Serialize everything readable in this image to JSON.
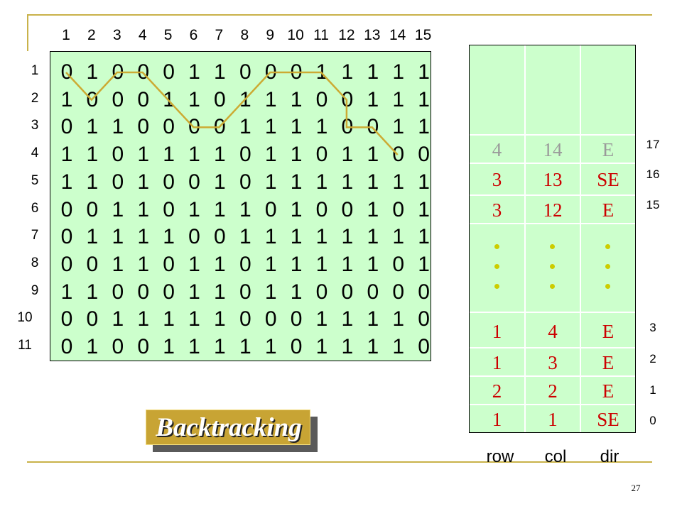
{
  "column_numbers": [
    "1",
    "2",
    "3",
    "4",
    "5",
    "6",
    "7",
    "8",
    "9",
    "10",
    "11",
    "12",
    "13",
    "14",
    "15"
  ],
  "row_numbers": [
    "1",
    "2",
    "3",
    "4",
    "5",
    "6",
    "7",
    "8",
    "9",
    "10",
    "11"
  ],
  "maze": [
    [
      "0",
      "1",
      "0",
      "0",
      "0",
      "1",
      "1",
      "0",
      "0",
      "0",
      "1",
      "1",
      "1",
      "1",
      "1"
    ],
    [
      "1",
      "0",
      "0",
      "0",
      "1",
      "1",
      "0",
      "1",
      "1",
      "1",
      "0",
      "0",
      "1",
      "1",
      "1"
    ],
    [
      "0",
      "1",
      "1",
      "0",
      "0",
      "0",
      "0",
      "1",
      "1",
      "1",
      "1",
      "0",
      "0",
      "1",
      "1"
    ],
    [
      "1",
      "1",
      "0",
      "1",
      "1",
      "1",
      "1",
      "0",
      "1",
      "1",
      "0",
      "1",
      "1",
      "0",
      "0"
    ],
    [
      "1",
      "1",
      "0",
      "1",
      "0",
      "0",
      "1",
      "0",
      "1",
      "1",
      "1",
      "1",
      "1",
      "1",
      "1"
    ],
    [
      "0",
      "0",
      "1",
      "1",
      "0",
      "1",
      "1",
      "1",
      "0",
      "1",
      "0",
      "0",
      "1",
      "0",
      "1"
    ],
    [
      "0",
      "1",
      "1",
      "1",
      "1",
      "0",
      "0",
      "1",
      "1",
      "1",
      "1",
      "1",
      "1",
      "1",
      "1"
    ],
    [
      "0",
      "0",
      "1",
      "1",
      "0",
      "1",
      "1",
      "0",
      "1",
      "1",
      "1",
      "1",
      "1",
      "0",
      "1"
    ],
    [
      "1",
      "1",
      "0",
      "0",
      "0",
      "1",
      "1",
      "0",
      "1",
      "1",
      "0",
      "0",
      "0",
      "0",
      "0"
    ],
    [
      "0",
      "0",
      "1",
      "1",
      "1",
      "1",
      "1",
      "0",
      "0",
      "0",
      "1",
      "1",
      "1",
      "1",
      "0"
    ],
    [
      "0",
      "1",
      "0",
      "0",
      "1",
      "1",
      "1",
      "1",
      "1",
      "0",
      "1",
      "1",
      "1",
      "1",
      "0"
    ]
  ],
  "path_color": "#ccaa33",
  "stack": {
    "top_entry": {
      "row": "4",
      "col": "14",
      "dir": "E"
    },
    "upper_entries": [
      {
        "row": "3",
        "col": "13",
        "dir": "SE"
      },
      {
        "row": "3",
        "col": "12",
        "dir": "E"
      }
    ],
    "lower_entries": [
      {
        "row": "1",
        "col": "4",
        "dir": "E"
      },
      {
        "row": "1",
        "col": "3",
        "dir": "E"
      },
      {
        "row": "2",
        "col": "2",
        "dir": "E"
      },
      {
        "row": "1",
        "col": "1",
        "dir": "SE"
      }
    ],
    "index_labels_upper": [
      "17",
      "16",
      "15"
    ],
    "index_labels_lower": [
      "3",
      "2",
      "1",
      "0"
    ],
    "column_labels": [
      "row",
      "col",
      "dir"
    ]
  },
  "button_label": "Backtracking",
  "page_number": "27",
  "colors": {
    "maze_bg": "#ccffcc",
    "stack_text": "#cc0000",
    "stack_top_text": "#9a9a9a",
    "rule_color": "#c9b24a",
    "button_face": "#c8a434"
  }
}
